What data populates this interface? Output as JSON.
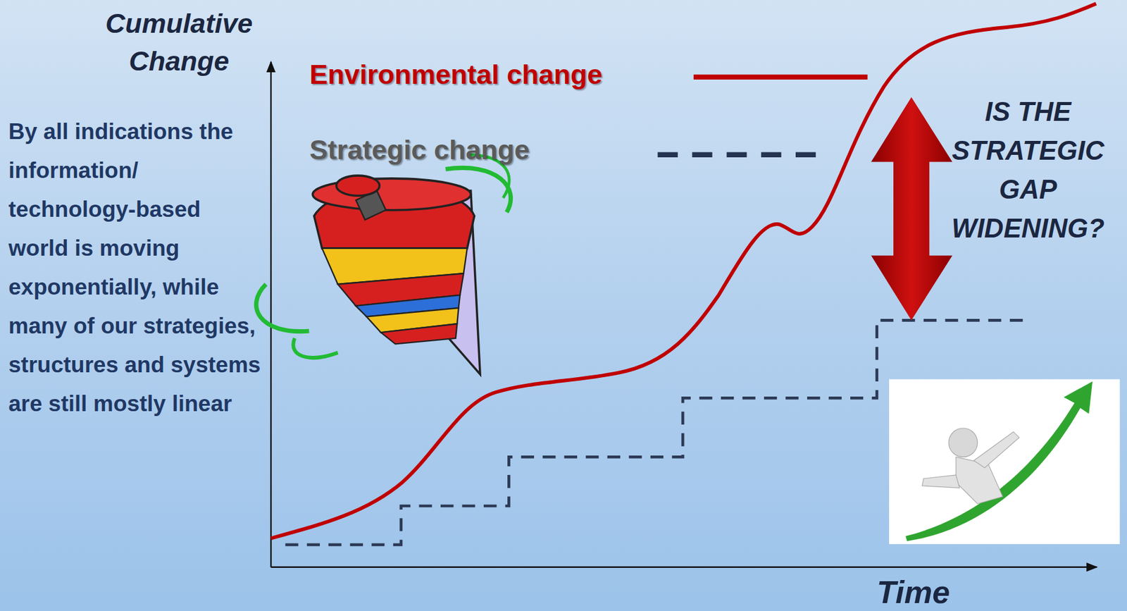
{
  "diagram": {
    "labels": [
      "Cumulative Change",
      "By all indications the information/ technology-based world is moving exponentially, while many of our strategies, structures and systems are still mostly linear",
      "IS THE STRATEGIC GAP WIDENING?",
      "Time"
    ],
    "legend": [
      {
        "text": "Environmental change"
      },
      {
        "text": "Strategic change"
      }
    ]
  }
}
